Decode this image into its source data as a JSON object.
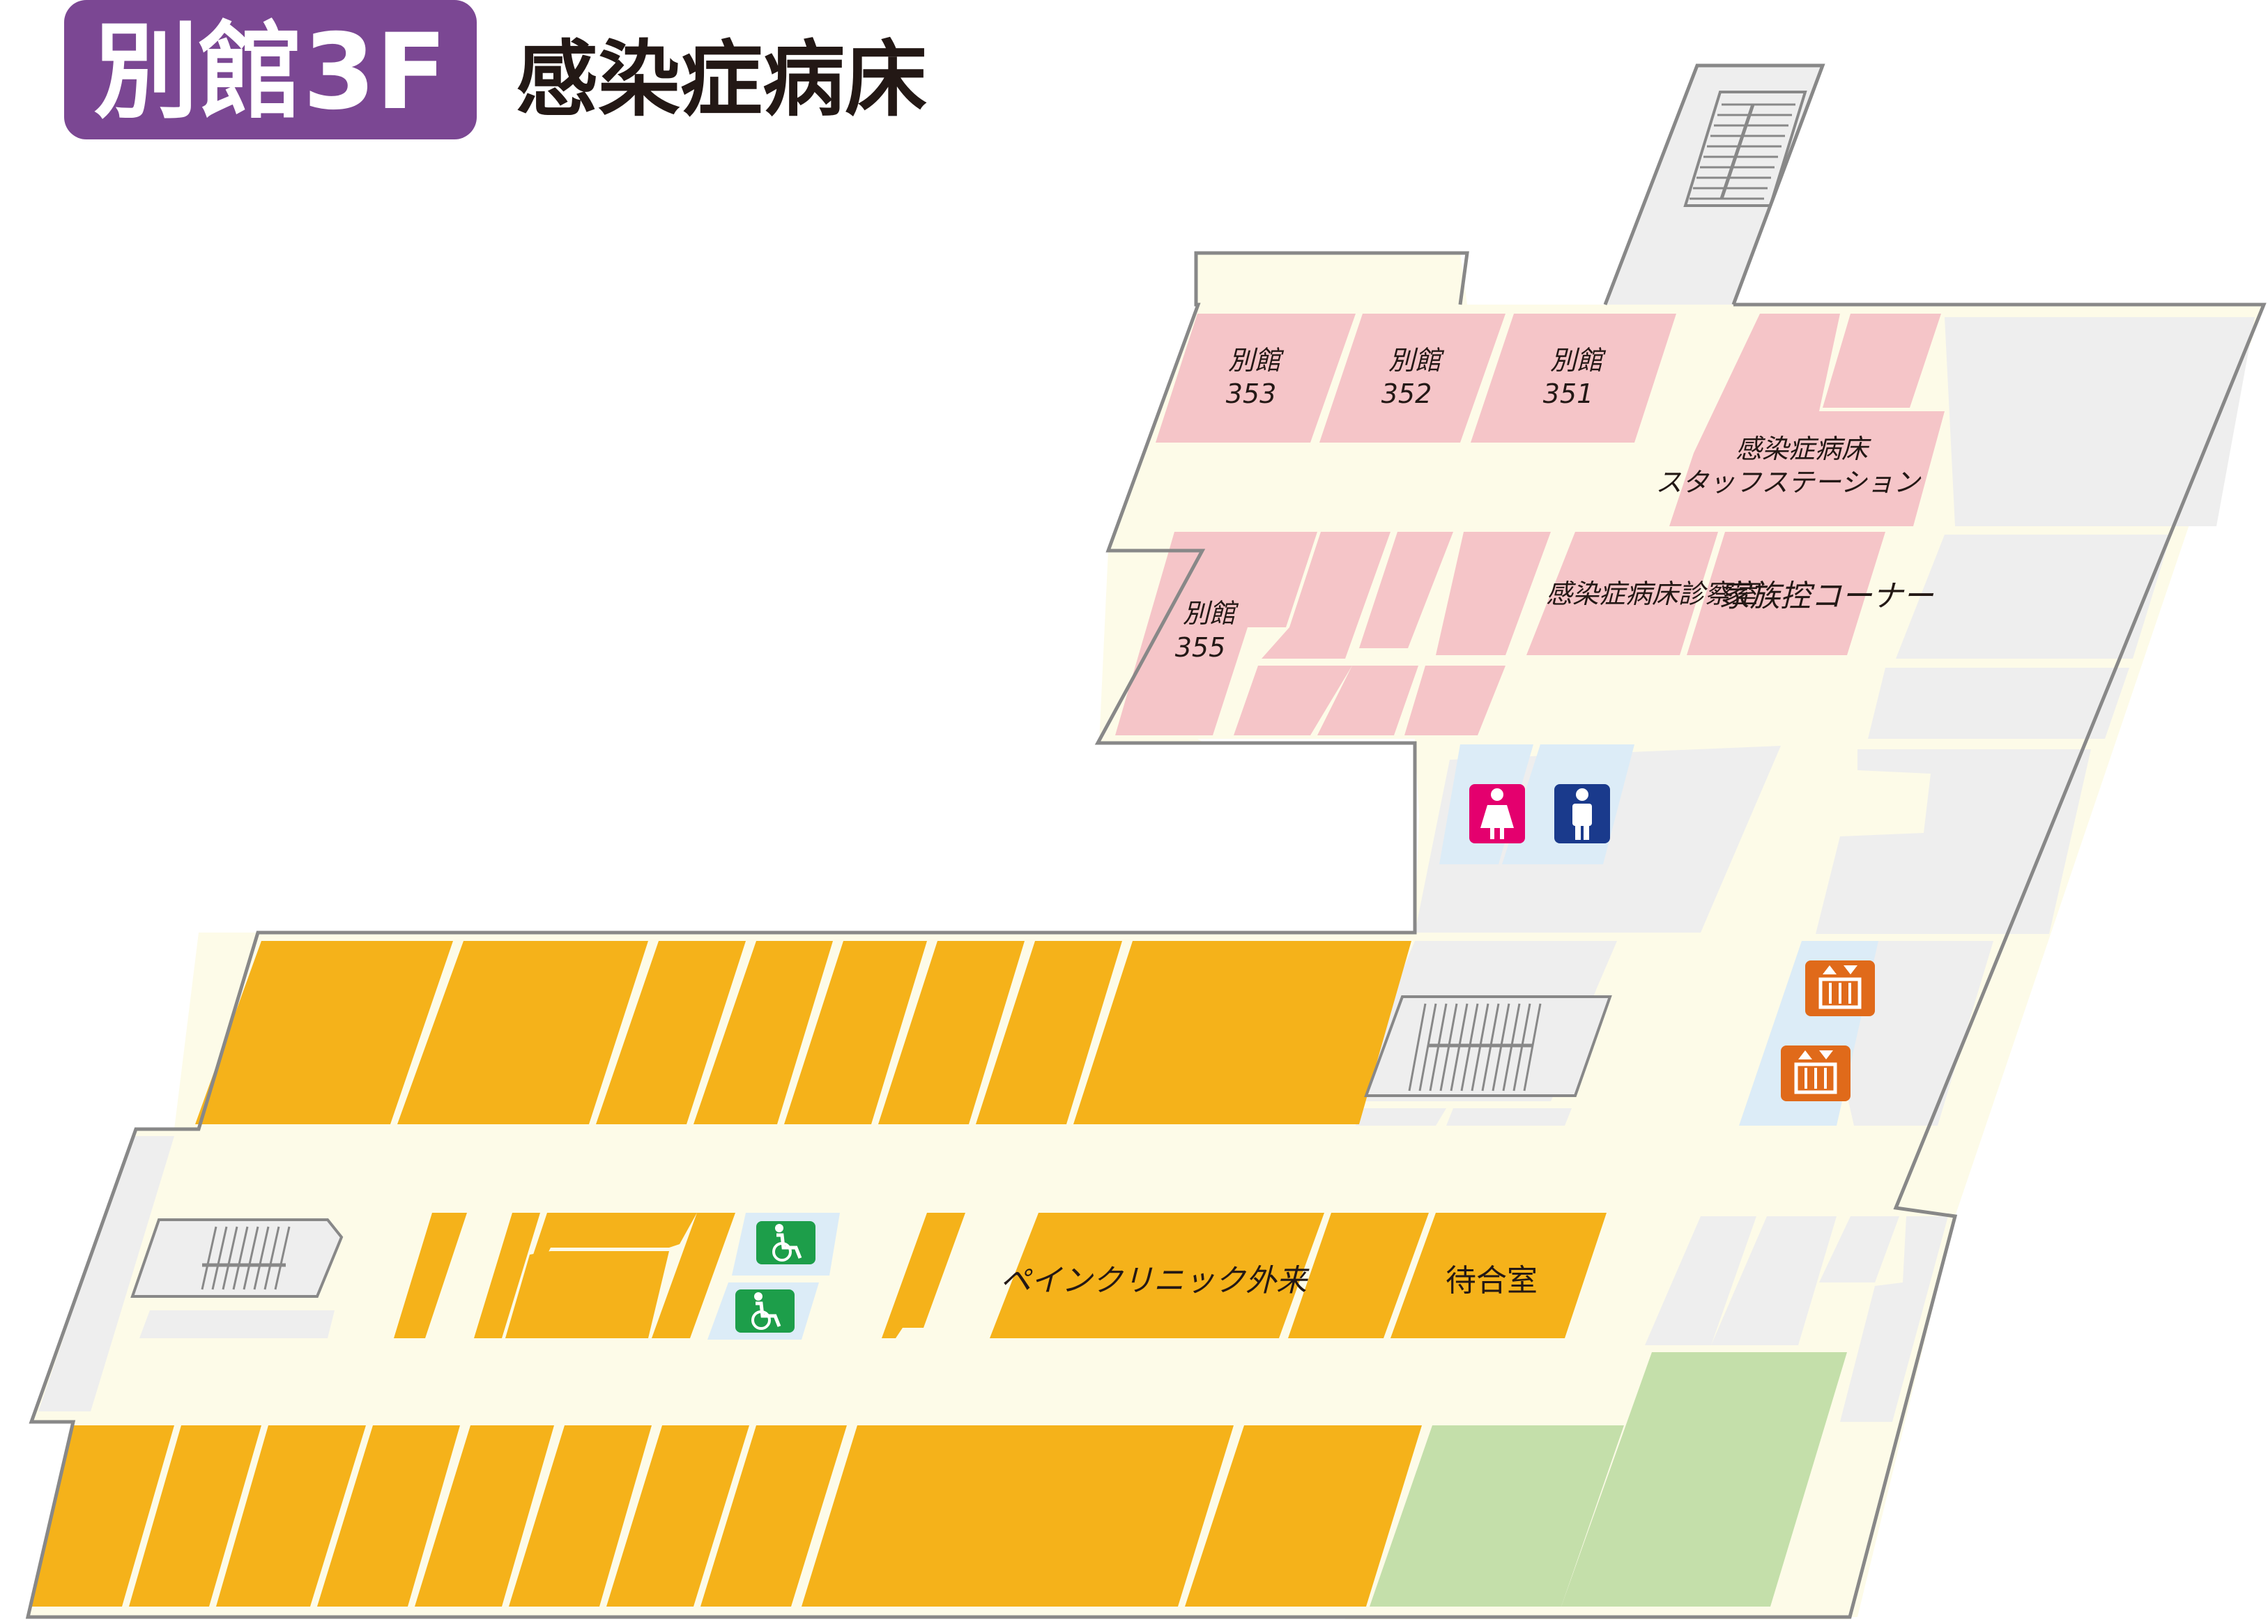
{
  "header": {
    "floor_badge": "別館3F",
    "floor_title": "感染症病床"
  },
  "rooms": {
    "room_353": {
      "line1": "別館",
      "line2": "353"
    },
    "room_352": {
      "line1": "別館",
      "line2": "352"
    },
    "room_351": {
      "line1": "別館",
      "line2": "351"
    },
    "room_355": {
      "line1": "別館",
      "line2": "355"
    },
    "staff_station": {
      "line1": "感染症病床",
      "line2": "スタッフステーション"
    },
    "exam_room": "感染症病床診察室",
    "family_corner": "家族控コーナー",
    "pain_clinic": "ペインクリニック外来",
    "waiting_room": "待合室"
  },
  "icons": [
    "womens-restroom-icon",
    "mens-restroom-icon",
    "elevator-up-icon",
    "elevator-down-icon",
    "wheelchair-restroom-icon",
    "stairs-icon"
  ],
  "colors": {
    "badge": "#7b4793",
    "corridor": "#fdfbe8",
    "infection_ward_rooms": "#f5c5c8",
    "general_rooms": "#f5b21a",
    "service_area": "#eeeeee",
    "outdoor_area": "#c4dfaa",
    "restroom_floor": "#dcecf7",
    "womens_sign": "#e4006e",
    "mens_sign": "#1a3a8c",
    "elevator_sign": "#e06a1a",
    "accessible_sign": "#1d9e4a"
  }
}
